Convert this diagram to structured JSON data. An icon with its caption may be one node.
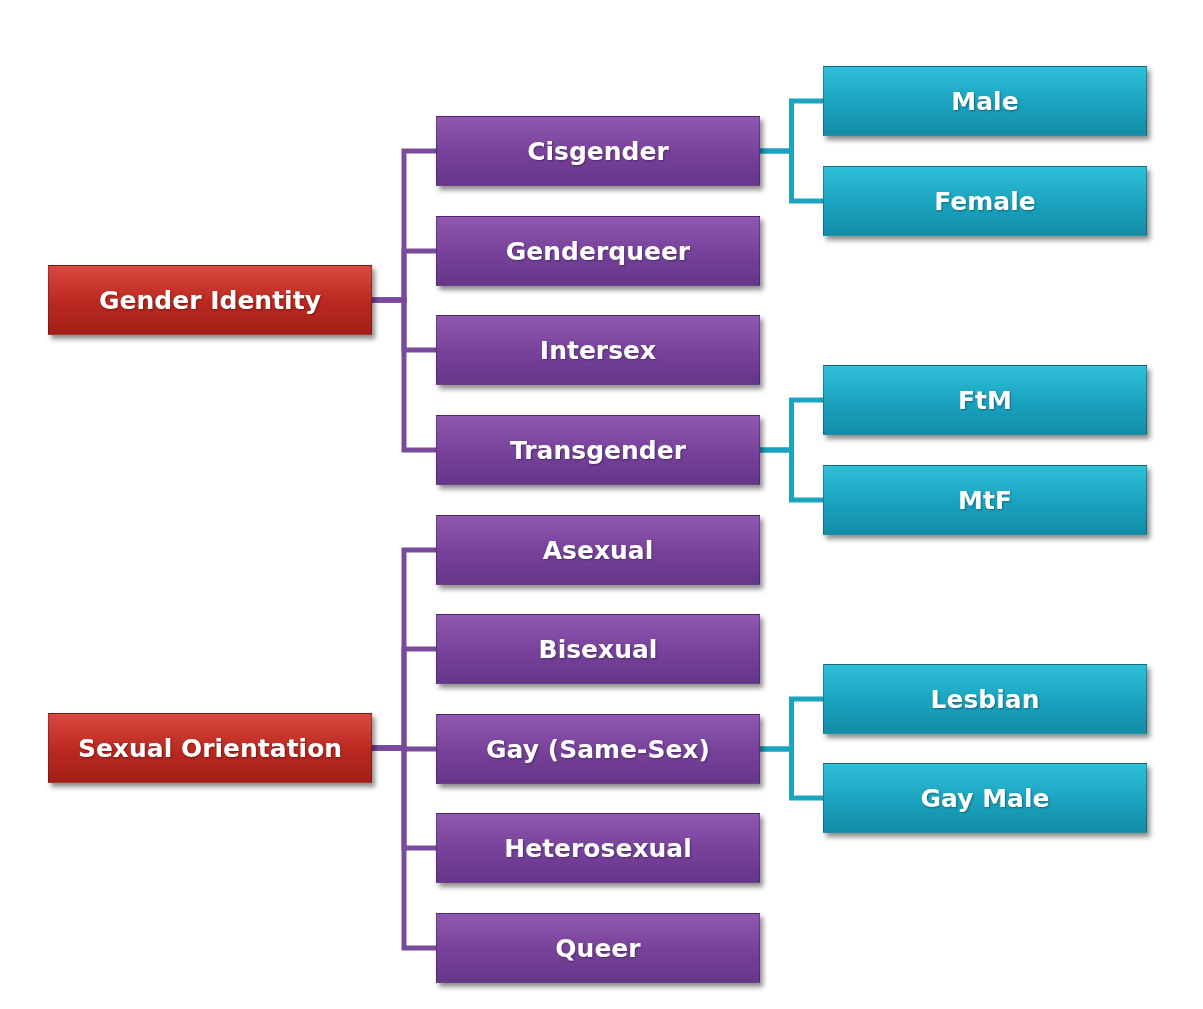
{
  "diagram": {
    "nodes": [
      {
        "text": [
          "Gender Identity"
        ]
      },
      {
        "text": [
          "Cisgender"
        ]
      },
      {
        "text": [
          "Genderqueer"
        ]
      },
      {
        "text": [
          "Intersex"
        ]
      },
      {
        "text": [
          "Transgender"
        ]
      },
      {
        "text": [
          "Male"
        ]
      },
      {
        "text": [
          "Female"
        ]
      },
      {
        "text": [
          "FtM"
        ]
      },
      {
        "text": [
          "MtF"
        ]
      },
      {
        "text": [
          "Sexual Orientation"
        ]
      },
      {
        "text": [
          "Asexual"
        ]
      },
      {
        "text": [
          "Bisexual"
        ]
      },
      {
        "text": [
          "Gay (Same-Sex)"
        ]
      },
      {
        "text": [
          "Heterosexual"
        ]
      },
      {
        "text": [
          "Queer"
        ]
      },
      {
        "text": [
          "Lesbian"
        ]
      },
      {
        "text": [
          "Gay Male"
        ]
      }
    ],
    "edges": [
      {
        "from": 0,
        "to": 1,
        "arrow": "none"
      },
      {
        "from": 0,
        "to": 2,
        "arrow": "none"
      },
      {
        "from": 0,
        "to": 3,
        "arrow": "none"
      },
      {
        "from": 0,
        "to": 4,
        "arrow": "none"
      },
      {
        "from": 1,
        "to": 5,
        "arrow": "none",
        "color": "#1ba3bf"
      },
      {
        "from": 1,
        "to": 6,
        "arrow": "none",
        "color": "#1ba3bf"
      },
      {
        "from": 4,
        "to": 7,
        "arrow": "none",
        "color": "#1ba3bf"
      },
      {
        "from": 4,
        "to": 8,
        "arrow": "none",
        "color": "#1ba3bf"
      },
      {
        "from": 9,
        "to": 10,
        "arrow": "none"
      },
      {
        "from": 9,
        "to": 11,
        "arrow": "none"
      },
      {
        "from": 9,
        "to": 12,
        "arrow": "none"
      },
      {
        "from": 9,
        "to": 13,
        "arrow": "none"
      },
      {
        "from": 9,
        "to": 14,
        "arrow": "none"
      },
      {
        "from": 12,
        "to": 15,
        "arrow": "none",
        "color": "#1ba3bf"
      },
      {
        "from": 12,
        "to": 16,
        "arrow": "none",
        "color": "#1ba3bf"
      }
    ]
  }
}
